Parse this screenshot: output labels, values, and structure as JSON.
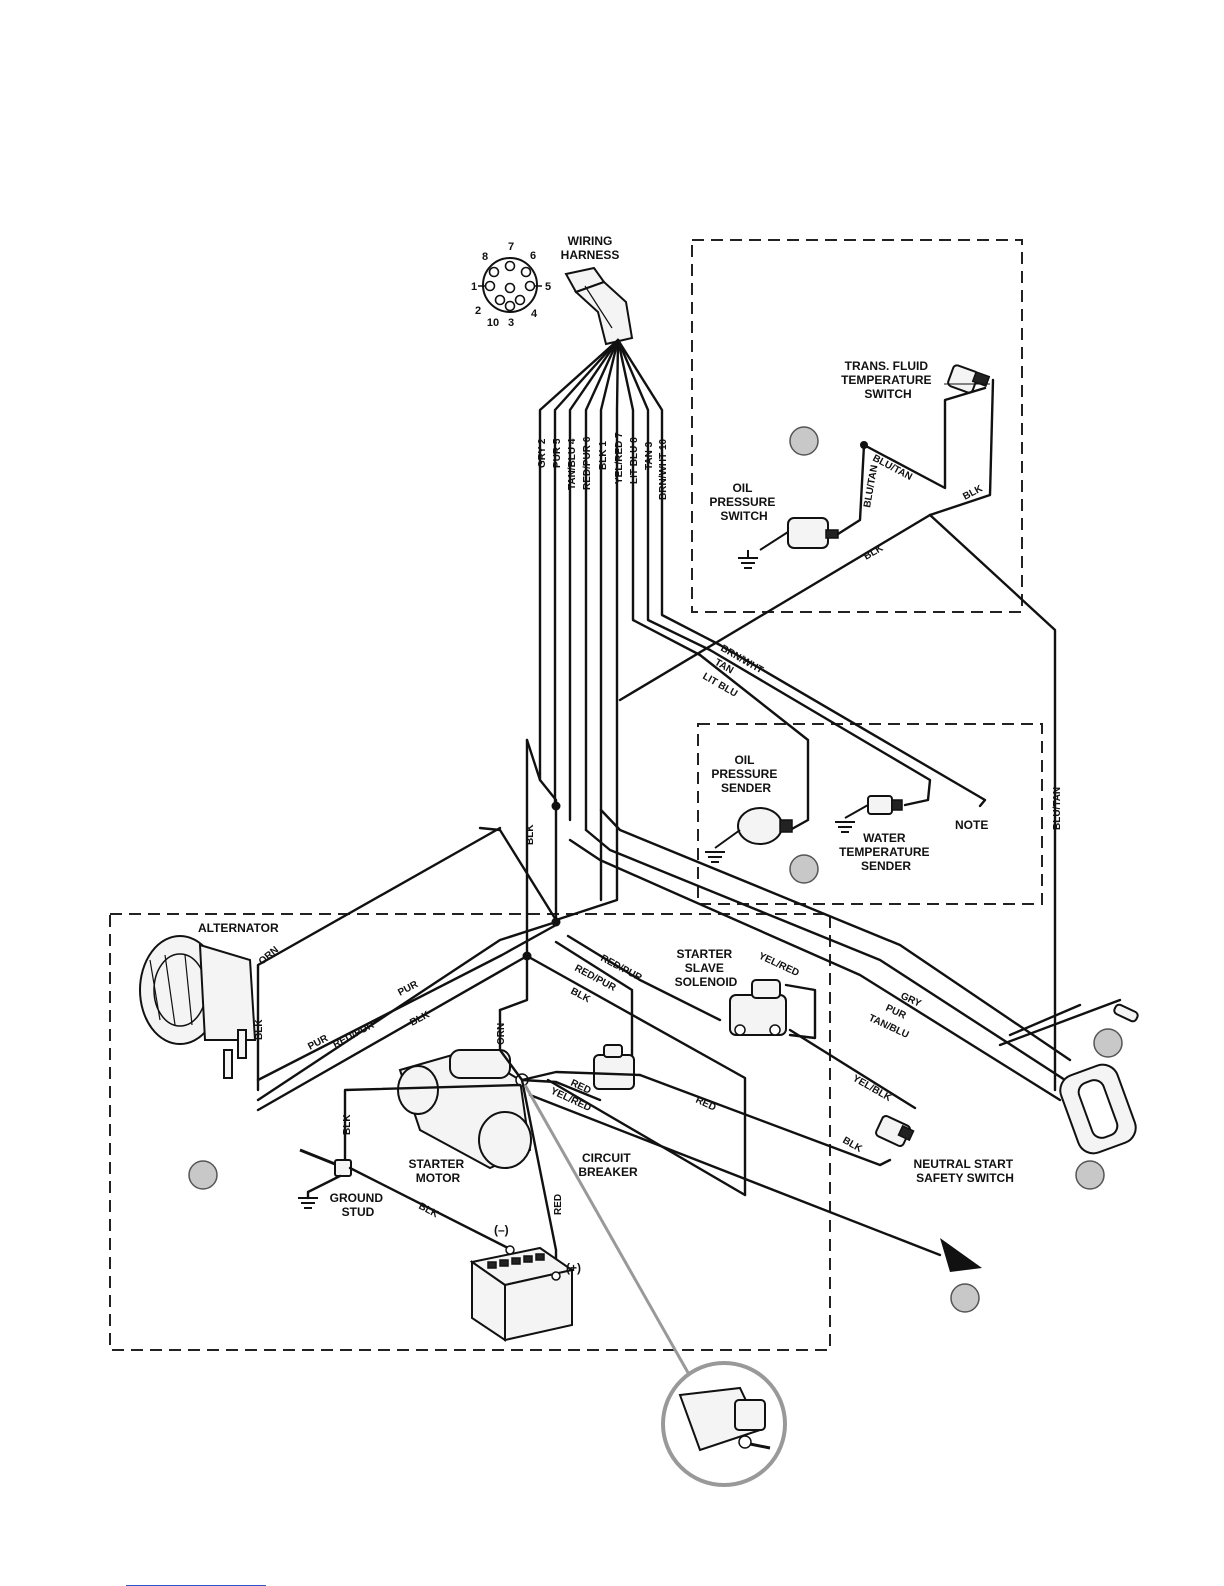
{
  "components": {
    "wiring_harness": "WIRING HARNESS",
    "trans_fluid_switch": [
      "TRANS. FLUID",
      "TEMPERATURE",
      "SWITCH"
    ],
    "oil_pressure_switch": [
      "OIL",
      "PRESSURE",
      "SWITCH"
    ],
    "oil_pressure_sender": [
      "OIL",
      "PRESSURE",
      "SENDER"
    ],
    "water_temp_sender": [
      "WATER",
      "TEMPERATURE",
      "SENDER"
    ],
    "note": "NOTE",
    "alternator": "ALTERNATOR",
    "starter_slave_solenoid": [
      "STARTER",
      "SLAVE",
      "SOLENOID"
    ],
    "starter_motor": [
      "STARTER",
      "MOTOR"
    ],
    "circuit_breaker": [
      "CIRCUIT",
      "BREAKER"
    ],
    "ground_stud": [
      "GROUND",
      "STUD"
    ],
    "neutral_start_switch": [
      "NEUTRAL START",
      "SAFETY SWITCH"
    ],
    "battery_neg": "(–)",
    "battery_pos": "(+)"
  },
  "connector_pins": [
    "1",
    "2",
    "3",
    "4",
    "5",
    "6",
    "7",
    "8",
    "10"
  ],
  "harness_wires": [
    "GRY 2",
    "PUR 5",
    "TAN/BLU 4",
    "RED/PUR 6",
    "BLK 1",
    "YEL/RED 7",
    "LIT BLU 8",
    "TAN 3",
    "BRN/WHT 10"
  ],
  "wire_labels": {
    "blu_tan_1": "BLU/TAN",
    "blu_tan_2": "BLU/TAN",
    "blk_sensor": "BLK",
    "blk_sensor_2": "BLK",
    "brn_wht": "BRN/WHT",
    "tan": "TAN",
    "lit_blu": "LIT BLU",
    "blu_tan_right": "BLU/TAN",
    "blk_vertical": "BLK",
    "orn_alt": "ORN",
    "blk_alt": "BLK",
    "pur_alt": "PUR",
    "pur_alt_2": "PUR",
    "red_pur_alt": "RED/PUR",
    "blk_alt_2": "BLK",
    "red_pur_sol": "RED/PUR",
    "red_pur_sol_2": "RED/PUR",
    "yel_red_sol": "YEL/RED",
    "blk_sol": "BLK",
    "orn_vert": "ORN",
    "red_start": "RED",
    "yel_red_start": "YEL/RED",
    "red_brk": "RED",
    "yel_blk": "YEL/BLK",
    "blk_neutral": "BLK",
    "blk_ground": "BLK",
    "blk_ground_v": "BLK",
    "red_battery": "RED",
    "gry": "GRY",
    "pur": "PUR",
    "tan_blu": "TAN/BLU"
  }
}
